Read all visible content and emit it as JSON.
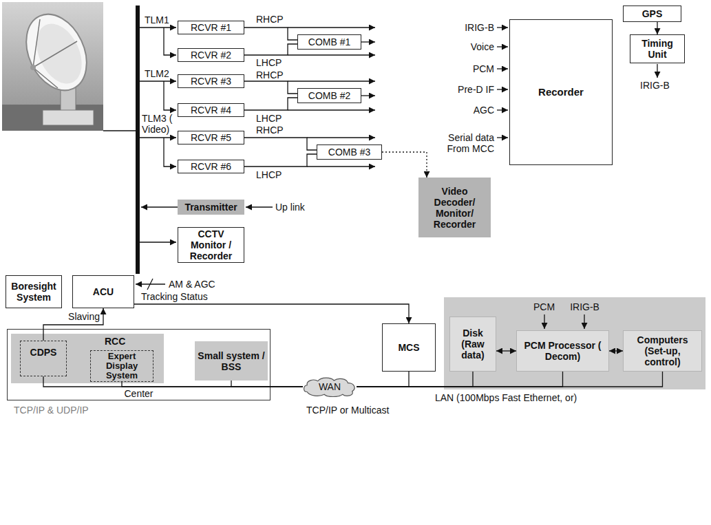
{
  "diagram": {
    "nodes": [
      {
        "text": [
          "RCVR #1"
        ]
      },
      {
        "text": [
          "COMB #1"
        ]
      },
      {
        "text": [
          "RCVR #2"
        ]
      },
      {
        "text": [
          "RCVR #3"
        ]
      },
      {
        "text": [
          "COMB #2"
        ]
      },
      {
        "text": [
          "RCVR #4"
        ]
      },
      {
        "text": [
          "RCVR #5"
        ]
      },
      {
        "text": [
          "COMB #3"
        ]
      },
      {
        "text": [
          "RCVR #6"
        ]
      },
      {
        "text": [
          "Transmitter"
        ]
      },
      {
        "text": [
          "Video Decoder/ Monitor/ Recorder"
        ]
      },
      {
        "text": [
          "CCTV Monitor / Recorder"
        ]
      },
      {
        "text": [
          "Recorder"
        ]
      },
      {
        "text": [
          "GPS"
        ]
      },
      {
        "text": [
          "Timing Unit"
        ]
      },
      {
        "text": [
          "Boresight System"
        ]
      },
      {
        "text": [
          "ACU"
        ]
      },
      {
        "text": [
          "Center"
        ]
      },
      {
        "text": [
          "RCC"
        ],
        "in": 17
      },
      {
        "text": [
          "CDPS"
        ],
        "in": 18
      },
      {
        "text": [
          "Expert Display System"
        ],
        "in": 18
      },
      {
        "text": [
          "Small system / BSS"
        ],
        "in": 17
      },
      {
        "text": [
          "MCS"
        ]
      },
      {
        "text": [
          "WAN"
        ]
      },
      {
        "text": [
          "PCM",
          "IRIG-B"
        ]
      },
      {
        "text": [
          "Disk (Raw data)"
        ],
        "in": 24
      },
      {
        "text": [
          "PCM Processor ( Decom)"
        ],
        "in": 24
      },
      {
        "text": [
          "Computers (Set-up, control)"
        ],
        "in": 24
      }
    ],
    "edges": [
      {
        "from": 0,
        "to": 1,
        "arrow": "none"
      },
      {
        "from": 2,
        "to": 1,
        "arrow": "none"
      },
      {
        "from": 3,
        "to": 4,
        "arrow": "none"
      },
      {
        "from": 5,
        "to": 4,
        "arrow": "none"
      },
      {
        "from": 6,
        "to": 7,
        "arrow": "none"
      },
      {
        "from": 8,
        "to": 7,
        "arrow": "none"
      },
      {
        "from": 7,
        "to": 10,
        "arrow": "to"
      },
      {
        "from": 13,
        "to": 14,
        "arrow": "to"
      },
      {
        "from": 16,
        "to": 22,
        "label": "Tracking Status",
        "arrow": "to"
      },
      {
        "from": 19,
        "to": 16,
        "label": "Slaving",
        "arrow": "to"
      },
      {
        "from": 25,
        "to": 26,
        "arrow": "both"
      },
      {
        "from": 26,
        "to": 27,
        "arrow": "both"
      },
      {
        "from": 19,
        "to": 23,
        "arrow": "none"
      },
      {
        "from": 20,
        "to": 23,
        "arrow": "none"
      },
      {
        "from": 21,
        "to": 23,
        "arrow": "none"
      },
      {
        "from": 23,
        "to": 22,
        "arrow": "none"
      },
      {
        "from": 23,
        "to": 25,
        "arrow": "none"
      },
      {
        "from": 23,
        "to": 26,
        "arrow": "none"
      },
      {
        "from": 23,
        "to": 27,
        "arrow": "none"
      }
    ],
    "labels": [
      "TLM1",
      "TLM2",
      "TLM3 ( Video)",
      "RHCP",
      "LHCP",
      "RHCP",
      "LHCP",
      "RHCP",
      "LHCP",
      "Up link",
      "IRIG-B",
      "Voice",
      "PCM",
      "Pre-D IF",
      "AGC",
      "Serial data From MCC",
      "IRIG-B",
      "AM & AGC",
      "TCP/IP & UDP/IP",
      "TCP/IP or Multicast",
      "LAN (100Mbps Fast Ethernet, or)"
    ]
  }
}
